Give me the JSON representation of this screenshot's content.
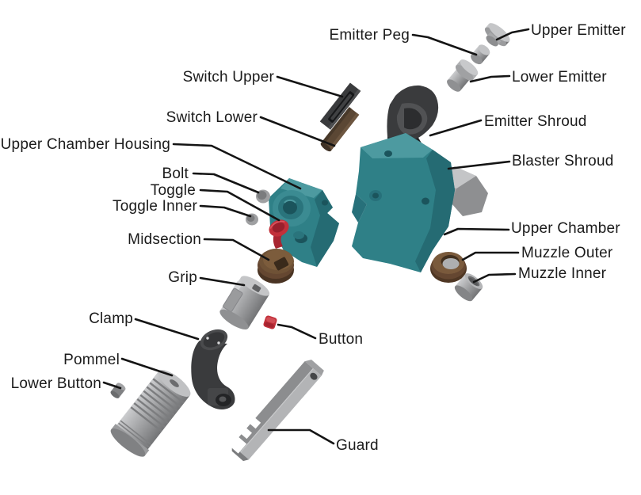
{
  "diagram": {
    "type": "exploded-parts-diagram",
    "subject": "Toy blaster exploded assembly view",
    "part_count": 21,
    "background": "#ffffff"
  },
  "labels": {
    "emitter_peg": "Emitter Peg",
    "upper_emitter": "Upper Emitter",
    "lower_emitter": "Lower Emitter",
    "switch_upper": "Switch Upper",
    "switch_lower": "Switch Lower",
    "emitter_shroud": "Emitter Shroud",
    "upper_chamber_housing": "Upper Chamber Housing",
    "blaster_shroud": "Blaster Shroud",
    "bolt": "Bolt",
    "toggle": "Toggle",
    "toggle_inner": "Toggle Inner",
    "upper_chamber": "Upper Chamber",
    "midsection": "Midsection",
    "muzzle_outer": "Muzzle Outer",
    "muzzle_inner": "Muzzle Inner",
    "grip": "Grip",
    "clamp": "Clamp",
    "button": "Button",
    "pommel": "Pommel",
    "lower_button": "Lower Button",
    "guard": "Guard"
  },
  "colors": {
    "background": "#ffffff",
    "text": "#1b1b1b",
    "leader_line": "#141414",
    "teal": "#2f8087",
    "teal_light": "#4d9aa0",
    "teal_dark": "#256b73",
    "teal_deep": "#1b545c",
    "red": "#c2303a",
    "red_dark": "#99202c",
    "brown": "#654731",
    "brown_light": "#7a5a3c",
    "brown_dark": "#4f3724",
    "switch_brown": "#5b4734",
    "gray_dark": "#3a3b3d",
    "gray_mid": "#9a9b9d",
    "gray_light": "#b4b5b7"
  }
}
